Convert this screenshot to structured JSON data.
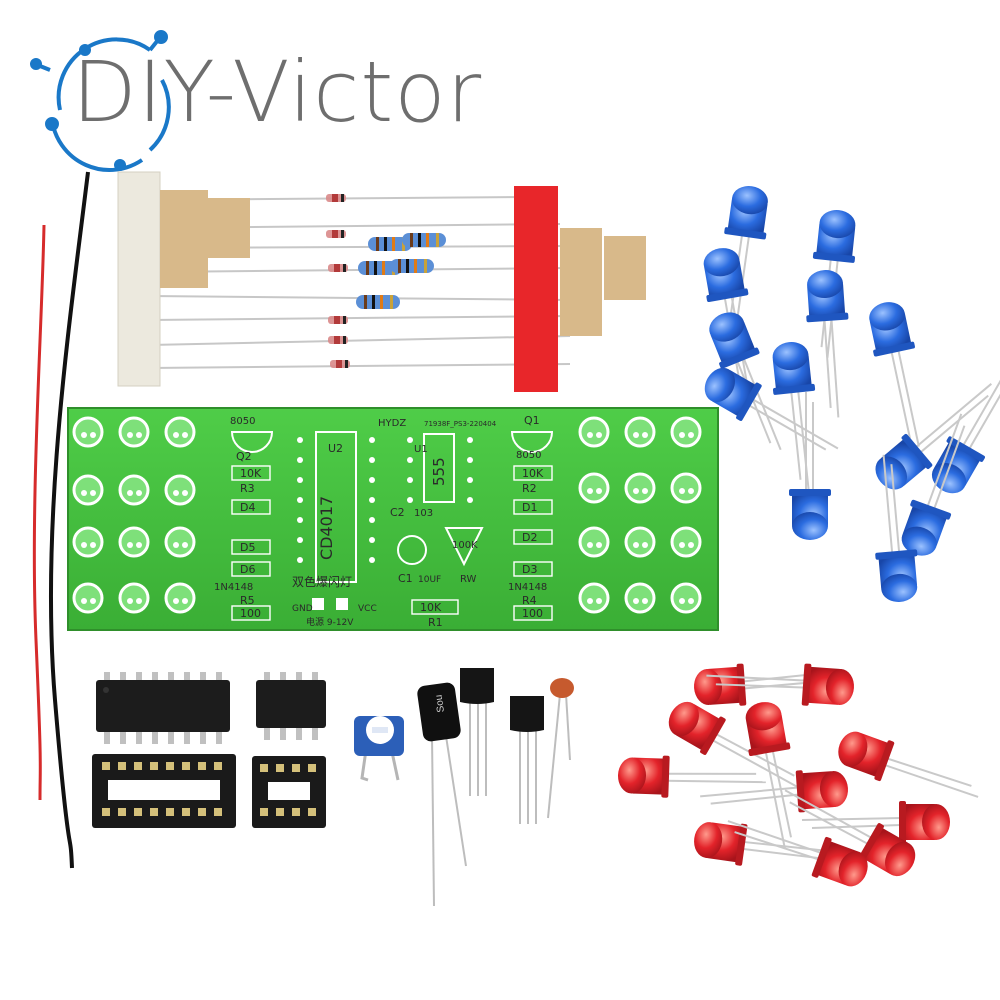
{
  "brand": {
    "name": "DIY-Victor",
    "accent_color": "#1a78c8",
    "text_color": "#6e6e6e",
    "logo_icon": "circuit-ring-icon"
  },
  "pcb": {
    "board_color": "#45c23f",
    "header_left": "HYDZ",
    "header_right": "71938F_PS3-220404",
    "ic_u2": "U2",
    "ic_u2_part": "CD4017",
    "ic_u1": "U1",
    "ic_u1_part": "555",
    "q1": "Q1",
    "q2": "Q2",
    "q_part_left": "8050",
    "q_part_right": "8050",
    "r1": "R1",
    "r2": "R2",
    "r3": "R3",
    "r4": "R4",
    "r5": "R5",
    "r_10k_a": "10K",
    "r_10k_b": "10K",
    "r_10k_c": "10K",
    "r_100_a": "100",
    "r_100_b": "100",
    "d1": "D1",
    "d2": "D2",
    "d3": "D3",
    "d4": "D4",
    "d5": "D5",
    "d6": "D6",
    "diode_left": "1N4148",
    "diode_right": "1N4148",
    "c1": "C1",
    "c1_value": "10UF",
    "c2": "C2",
    "c2_value": "103",
    "pot_value": "100K",
    "pot_ref": "RW",
    "title_cn": "双色爆闪灯",
    "gnd": "GND",
    "vcc": "VCC",
    "power_cn": "电源 9-12V"
  },
  "parts": {
    "cap_text": "Sou",
    "resistor_color": "#5b8fd6",
    "blue_led_color": "#2b6ce0",
    "red_led_color": "#e3232a",
    "red_tape_color": "#e8262a",
    "paper_tape_color": "#d8b98a"
  }
}
